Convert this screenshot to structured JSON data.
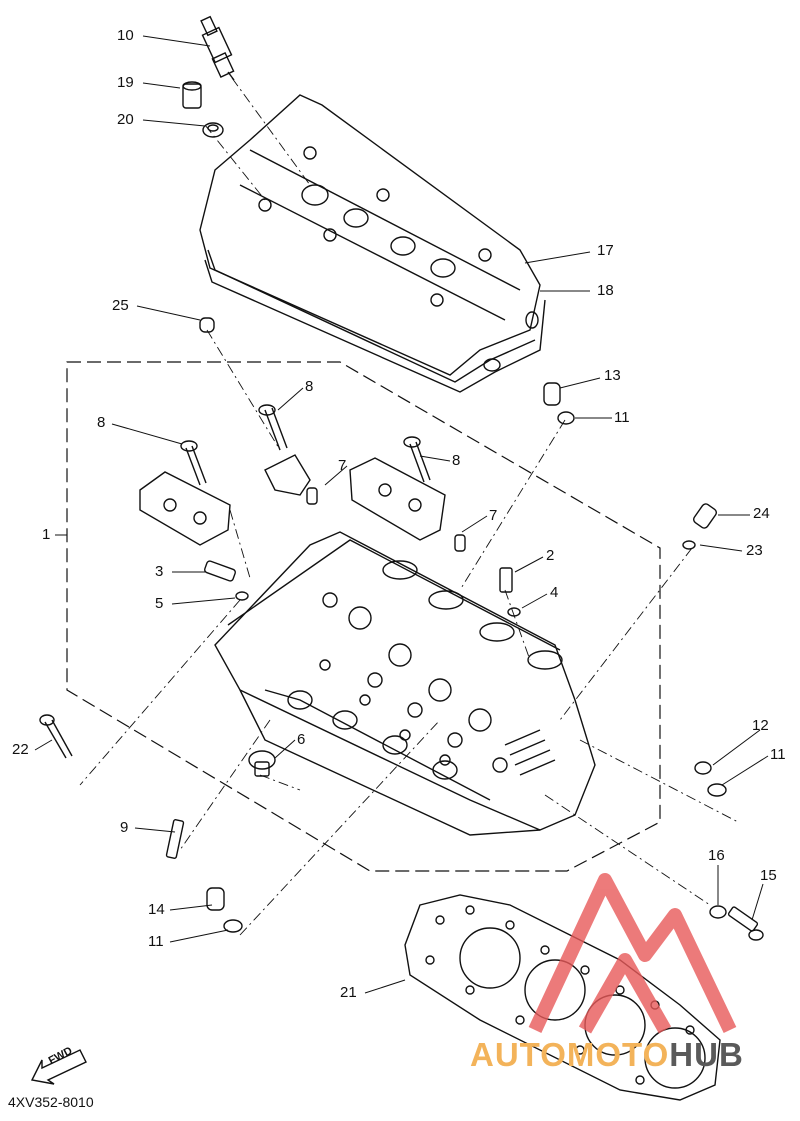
{
  "diagram": {
    "part_number": "4XV352-8010",
    "fwd_label": "FWD",
    "callouts": {
      "c1": "1",
      "c2": "2",
      "c3": "3",
      "c4": "4",
      "c5": "5",
      "c6": "6",
      "c7a": "7",
      "c7b": "7",
      "c8a": "8",
      "c8b": "8",
      "c8c": "8",
      "c9": "9",
      "c10": "10",
      "c11a": "11",
      "c11b": "11",
      "c11c": "11",
      "c12": "12",
      "c13": "13",
      "c14": "14",
      "c15": "15",
      "c16": "16",
      "c17": "17",
      "c18": "18",
      "c19": "19",
      "c20": "20",
      "c21": "21",
      "c22": "22",
      "c23": "23",
      "c24": "24",
      "c25": "25"
    }
  },
  "watermark": {
    "text_part1": "AUTOMOTO",
    "text_part2": "HUB",
    "color_accent": "#f3b35a",
    "color_dark": "#5a5a5a",
    "color_logo": "#e85a5a"
  }
}
